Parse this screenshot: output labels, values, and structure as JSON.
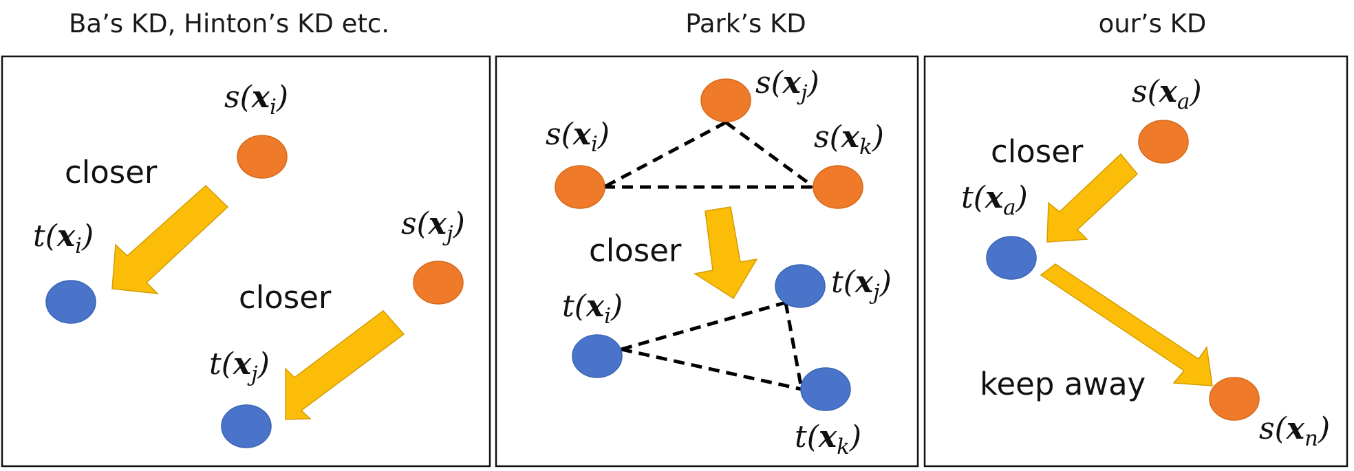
{
  "colors": {
    "student": "#ee7a2a",
    "teacher": "#4a74c9",
    "arrow": "#fbbd08",
    "edge": "#000000"
  },
  "panels": [
    {
      "title": "Ba’s KD, Hinton’s KD etc.",
      "arrow_labels": [
        "closer",
        "closer"
      ],
      "nodes": [
        {
          "role": "student",
          "fn": "s",
          "var": "x",
          "sub": "i"
        },
        {
          "role": "student",
          "fn": "s",
          "var": "x",
          "sub": "j"
        },
        {
          "role": "teacher",
          "fn": "t",
          "var": "x",
          "sub": "i"
        },
        {
          "role": "teacher",
          "fn": "t",
          "var": "x",
          "sub": "j"
        }
      ]
    },
    {
      "title": "Park’s KD",
      "arrow_labels": [
        "closer"
      ],
      "nodes": [
        {
          "role": "student",
          "fn": "s",
          "var": "x",
          "sub": "j"
        },
        {
          "role": "student",
          "fn": "s",
          "var": "x",
          "sub": "i"
        },
        {
          "role": "student",
          "fn": "s",
          "var": "x",
          "sub": "k"
        },
        {
          "role": "teacher",
          "fn": "t",
          "var": "x",
          "sub": "i"
        },
        {
          "role": "teacher",
          "fn": "t",
          "var": "x",
          "sub": "j"
        },
        {
          "role": "teacher",
          "fn": "t",
          "var": "x",
          "sub": "k"
        }
      ]
    },
    {
      "title": "our’s KD",
      "arrow_labels": [
        "closer",
        "keep away"
      ],
      "nodes": [
        {
          "role": "student",
          "fn": "s",
          "var": "x",
          "sub": "a"
        },
        {
          "role": "teacher",
          "fn": "t",
          "var": "x",
          "sub": "a"
        },
        {
          "role": "student",
          "fn": "s",
          "var": "x",
          "sub": "n"
        }
      ]
    }
  ]
}
